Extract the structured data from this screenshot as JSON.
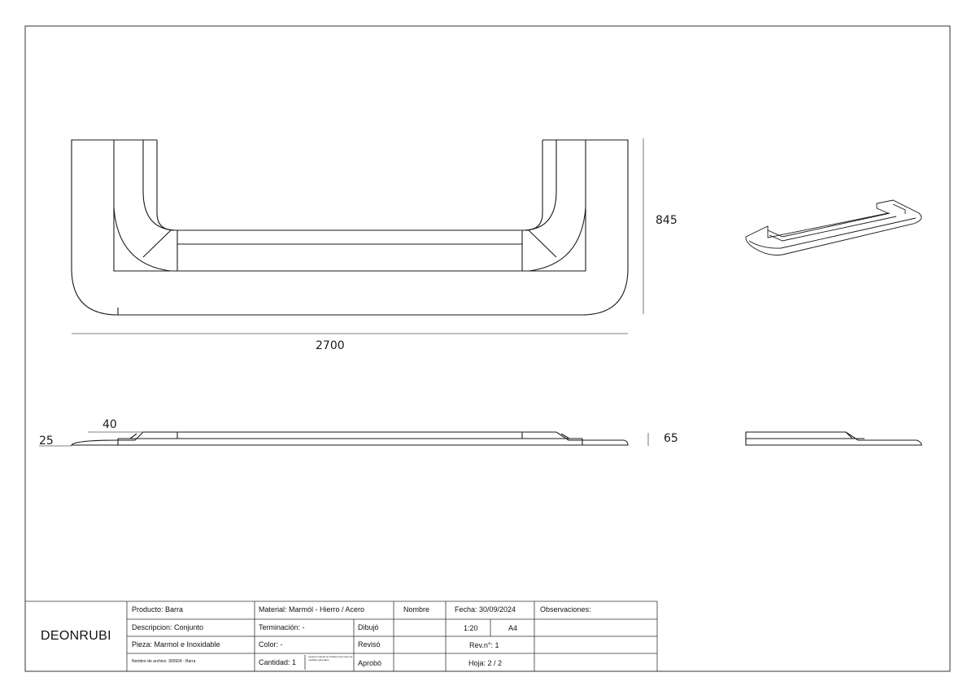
{
  "dimensions": {
    "width": "2700",
    "height": "845",
    "side_thickness": "65",
    "dim_40": "40",
    "dim_25": "25"
  },
  "title_block": {
    "company": "DEONRUBI",
    "producto": "Producto: Barra",
    "descripcion": "Descripcion: Conjunto",
    "pieza": "Pieza: Marmol e Inoxidable",
    "archivo": "Nombre de archivo: 300924 - Barra",
    "material": "Material: Marmól - Hierro / Acero",
    "terminacion": "Terminación: -",
    "color": "Color: -",
    "cantidad": "Cantidad: 1",
    "cantidad_note": "excepto cuando se indique otra cosa, las medidas generales",
    "dibujo": "Dibujó",
    "reviso": "Revisó",
    "aprobo": "Aprobó",
    "nombre": "Nombre",
    "fecha": "Fecha: 30/09/2024",
    "escala": "1:20",
    "formato": "A4",
    "rev": "Rev.n°: 1",
    "hoja": "Hoja:   2 / 2",
    "observaciones": "Observaciones:"
  }
}
